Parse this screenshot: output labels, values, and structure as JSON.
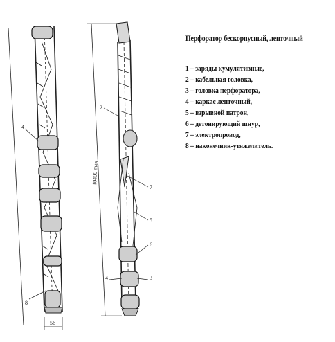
{
  "title": "Перфоратор бескорпусный, ленточный",
  "legend": [
    "1 – заряды кумулятивные,",
    "2 – кабельная головка,",
    "3 – головка перфоратора,",
    "4 – каркас ленточный,",
    "5 – взрывной патрон,",
    "6 – детонирующий шнур,",
    "7 – электропровод,",
    "8 – наконечник-утяжелитель."
  ],
  "drawing": {
    "left_view_callouts": [
      "4",
      "8"
    ],
    "right_view_callouts": [
      "2",
      "7",
      "5",
      "6",
      "4",
      "3"
    ],
    "length_dimension": "10400 max",
    "width_dimension": "56"
  }
}
